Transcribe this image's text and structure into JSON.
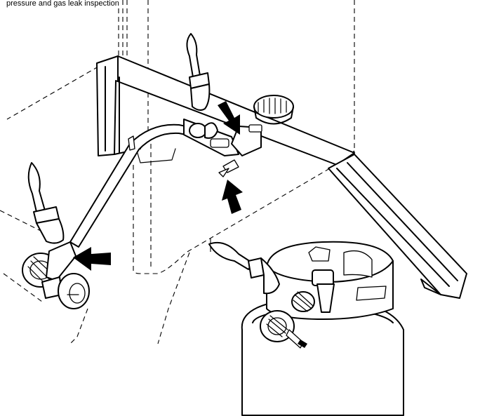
{
  "figure": {
    "caption": "pressure and gas leak inspection",
    "line_color": "#000000",
    "background_color": "#ffffff"
  },
  "parts": [
    {
      "name": "grill-body",
      "kind": "dashed-outline"
    },
    {
      "name": "control-panel",
      "kind": "bracket"
    },
    {
      "name": "control-knob",
      "kind": "knob"
    },
    {
      "name": "gas-manifold-pipe",
      "kind": "pipe"
    },
    {
      "name": "valve-fitting",
      "kind": "valve"
    },
    {
      "name": "side-shelf-bracket",
      "kind": "rail"
    },
    {
      "name": "regulator",
      "kind": "regulator"
    },
    {
      "name": "propane-tank",
      "kind": "cylinder"
    },
    {
      "name": "tank-valve",
      "kind": "valve"
    }
  ],
  "tools": [
    {
      "name": "brush",
      "icon": "paint-brush-icon",
      "count": 3
    }
  ],
  "indicators": [
    {
      "name": "arrow",
      "icon": "arrow-icon",
      "count": 3,
      "direction": [
        "down",
        "up",
        "left"
      ]
    }
  ]
}
